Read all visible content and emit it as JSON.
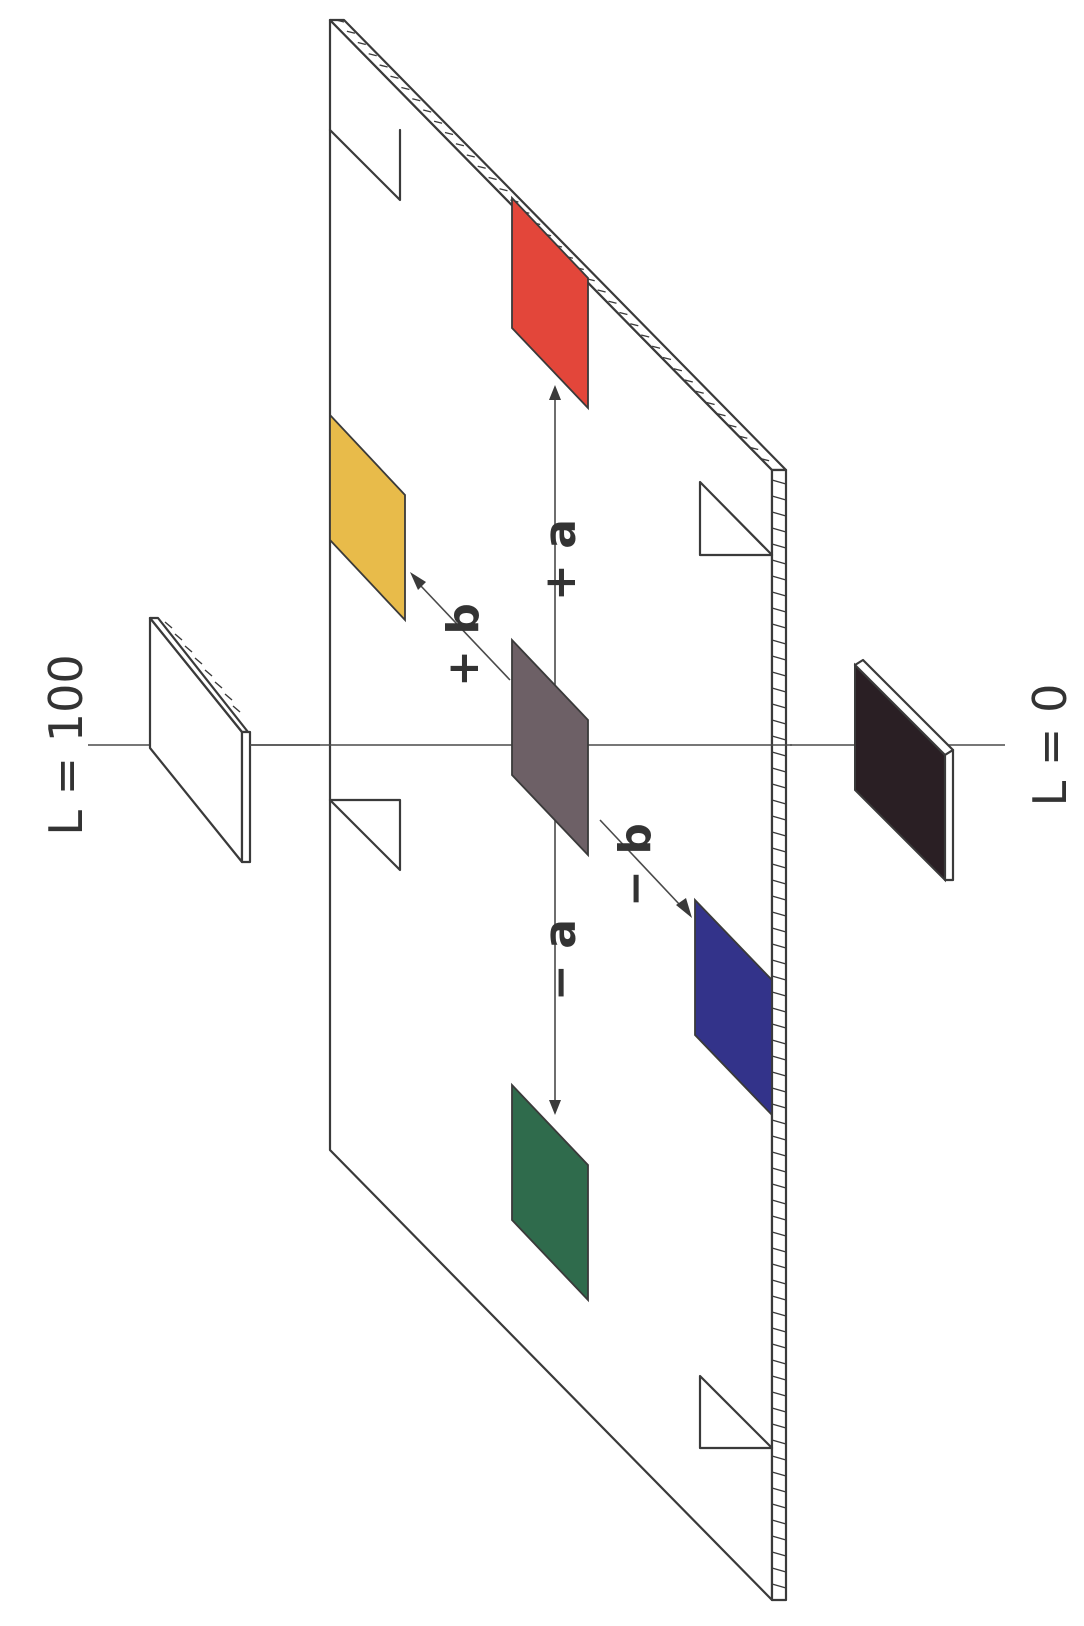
{
  "labels": {
    "lightness_top": "L = 100",
    "lightness_bottom": "L = 0",
    "plus_a": "+ a",
    "minus_a": "− a",
    "plus_b": "+ b",
    "minus_b": "− b"
  },
  "colors": {
    "yellow": "#e8bb4a",
    "red": "#e3463a",
    "gray": "#6d6066",
    "blue": "#33338a",
    "green": "#2f6b4c",
    "black": "#2a1f24",
    "outline": "#3a3a3a"
  }
}
